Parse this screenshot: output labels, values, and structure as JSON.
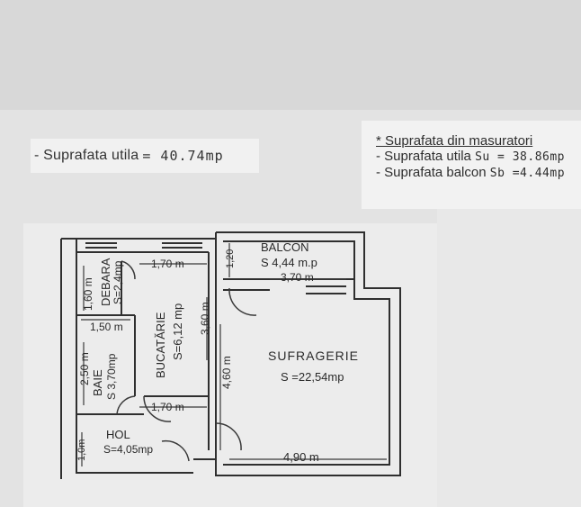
{
  "left_note": {
    "label": "- Suprafata utila",
    "value": "= 40.74mp"
  },
  "right_notes": {
    "heading": "* Suprafata din masuratori",
    "line1_label": "- Suprafata utila",
    "line1_value": "Su = 38.86mp",
    "line2_label": "- Suprafata balcon",
    "line2_value": "Sb =4.44mp"
  },
  "rooms": {
    "balcon": {
      "name": "BALCON",
      "area": "S 4,44 m.p",
      "width": "3,70 m",
      "depth": "1,20"
    },
    "debara": {
      "name": "DEBARA",
      "area": "S=2,4mp",
      "dim": "1,60 m"
    },
    "baie": {
      "name": "BAIE",
      "area": "S 3,70mp",
      "dim_w": "1,50 m",
      "dim_h": "2,50 m"
    },
    "bucatarie": {
      "name": "BUCATĂRIE",
      "area": "S=6,12 mp",
      "dim_top": "1,70 m",
      "dim_h": "3,60 m",
      "dim_bottom": "1,70 m"
    },
    "sufragerie": {
      "name": "SUFRAGERIE",
      "area": "S =22,54mp",
      "dim_h": "4,60 m",
      "dim_w": "4,90 m"
    },
    "hol": {
      "name": "HOL",
      "area": "S=4,05mp",
      "dim": "1,0m"
    }
  }
}
